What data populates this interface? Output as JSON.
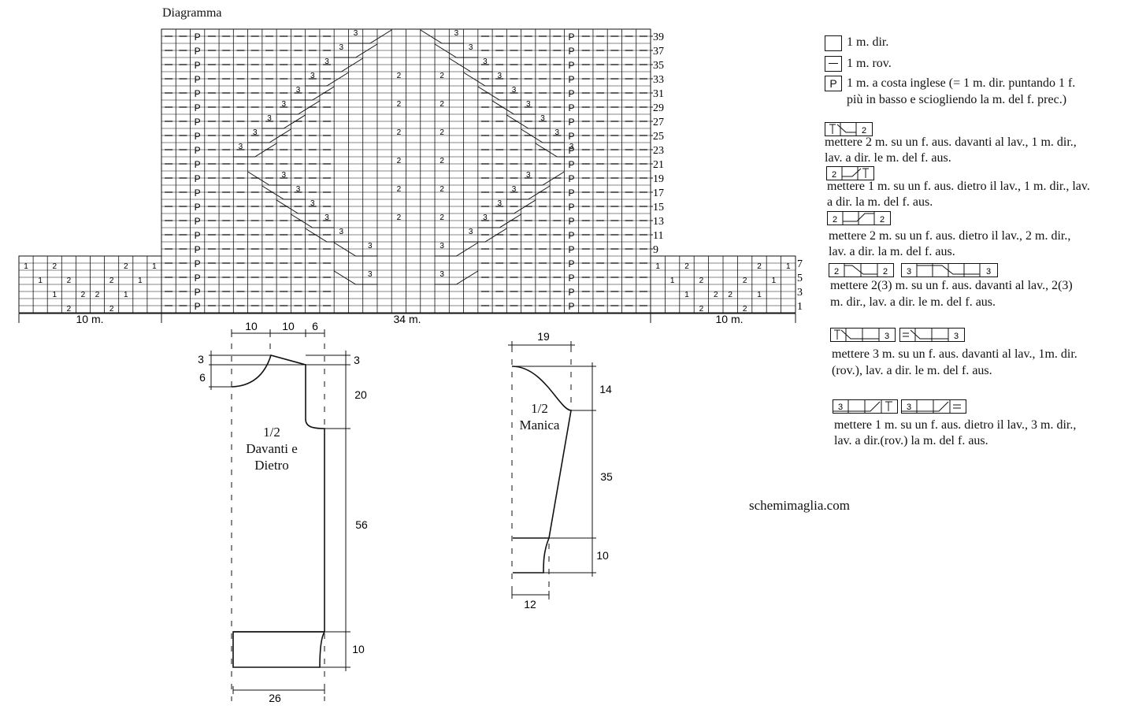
{
  "title": "Diagramma",
  "chart": {
    "row_numbers": [
      "39",
      "37",
      "35",
      "33",
      "31",
      "29",
      "27",
      "25",
      "23",
      "21",
      "19",
      "17",
      "15",
      "13",
      "11",
      "9",
      "7",
      "5",
      "3",
      "1"
    ],
    "side_row_numbers": [
      "7",
      "5",
      "3",
      "1"
    ],
    "width_labels": {
      "left": "10 m.",
      "center": "34 m.",
      "right": "10 m."
    },
    "cell_symbols": {
      "purl": "—",
      "rib": "P",
      "cable_2": "2",
      "cable_3": "3",
      "cable_1": "1"
    }
  },
  "legend": {
    "knit": "1 m. dir.",
    "purl": "1 m. rov.",
    "rib_line1": "1 m. a costa inglese (= 1 m. dir. puntando 1 f.",
    "rib_line2": "più in basso e sciogliendo la m. del f. prec.)",
    "c1_line1": "mettere 2 m. su un f. aus. davanti al lav., 1 m. dir.,",
    "c1_line2": "lav. a dir. le m. del f. aus.",
    "c2_line1": "mettere 1 m. su un f. aus. dietro il lav., 1 m. dir., lav.",
    "c2_line2": "a dir. la m. del f. aus.",
    "c3_line1": "mettere 2 m. su un f. aus. dietro il lav., 2 m. dir.,",
    "c3_line2": "lav. a dir. la m. del f. aus.",
    "c4_line1": "mettere 2(3) m. su un f. aus. davanti al lav., 2(3)",
    "c4_line2": "m. dir., lav. a dir. le m. del f. aus.",
    "c5_line1": "mettere 3 m. su un f. aus. davanti al lav., 1m. dir.",
    "c5_line2": "(rov.), lav. a dir. le m. del f. aus.",
    "c6_line1": "mettere 1 m. su un f. aus. dietro il lav., 3 m. dir.,",
    "c6_line2": "lav. a dir.(rov.) la m. del f. aus.",
    "sym_p": "P",
    "sym_2": "2",
    "sym_3": "3"
  },
  "body_piece": {
    "label1": "1/2",
    "label2": "Davanti e",
    "label3": "Dietro",
    "dims": {
      "top1": "10",
      "top2": "10",
      "top3": "6",
      "left1": "3",
      "left2": "6",
      "right1": "3",
      "right2": "20",
      "right3": "56",
      "right4": "10",
      "bottom": "26"
    }
  },
  "sleeve_piece": {
    "label1": "1/2",
    "label2": "Manica",
    "dims": {
      "top": "19",
      "right1": "14",
      "right2": "35",
      "right3": "10",
      "bottom": "12"
    }
  },
  "site": "schemimaglia.com"
}
